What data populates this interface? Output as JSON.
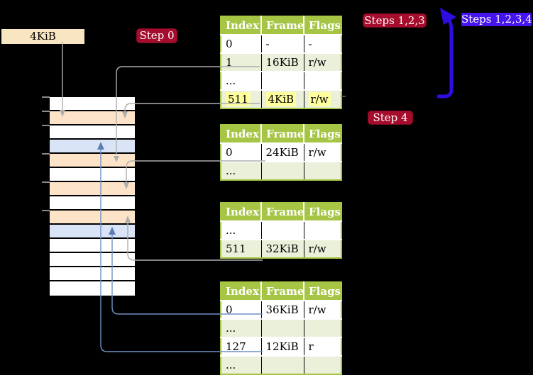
{
  "annotations": {
    "page_size_box": "4KiB",
    "step0": "Step 0",
    "steps123": "Steps 1,2,3",
    "steps1234": "Steps 1,2,3,4",
    "step4": "Step 4"
  },
  "colors": {
    "background": "#000000",
    "table_header_green": "#a6c545",
    "table_row_green": "#eaf0da",
    "highlight_yellow": "#ffff9e",
    "memory_peach": "#fde3c8",
    "memory_blue": "#d9e4f6",
    "wheat_box": "#f8e5c2",
    "crimson_label": "#a60d2d",
    "violet_label": "#4615ee",
    "thick_arrow_blue": "#2f0ce0",
    "gray_connector": "#aeaeae",
    "blue_connector": "#7191c7"
  },
  "tables": [
    {
      "name": "level-2-table",
      "headers": [
        "Index",
        "Frame",
        "Flags"
      ],
      "rows": [
        {
          "cells": [
            "0",
            "-",
            "-"
          ],
          "highlight": false
        },
        {
          "cells": [
            "1",
            "16KiB",
            "r/w"
          ],
          "highlight": false
        },
        {
          "cells": [
            "...",
            "",
            ""
          ],
          "highlight": false
        },
        {
          "cells": [
            "511",
            "4KiB",
            "r/w"
          ],
          "highlight": true
        }
      ]
    },
    {
      "name": "level-1-table-a",
      "headers": [
        "Index",
        "Frame",
        "Flags"
      ],
      "rows": [
        {
          "cells": [
            "0",
            "24KiB",
            "r/w"
          ],
          "highlight": false
        },
        {
          "cells": [
            "...",
            "",
            ""
          ],
          "highlight": false
        }
      ]
    },
    {
      "name": "level-1-table-b",
      "headers": [
        "Index",
        "Frame",
        "Flags"
      ],
      "rows": [
        {
          "cells": [
            "...",
            "",
            ""
          ],
          "highlight": false
        },
        {
          "cells": [
            "511",
            "32KiB",
            "r/w"
          ],
          "highlight": false
        }
      ]
    },
    {
      "name": "level-1-table-c",
      "headers": [
        "Index",
        "Frame",
        "Flags"
      ],
      "rows": [
        {
          "cells": [
            "0",
            "36KiB",
            "r/w"
          ],
          "highlight": false
        },
        {
          "cells": [
            "...",
            "",
            ""
          ],
          "highlight": false
        },
        {
          "cells": [
            "127",
            "12KiB",
            "r"
          ],
          "highlight": false
        },
        {
          "cells": [
            "...",
            "",
            ""
          ],
          "highlight": false
        }
      ]
    }
  ],
  "memory": {
    "row_fills": [
      "white",
      "peach",
      "white",
      "blue",
      "peach",
      "white",
      "peach",
      "white",
      "peach",
      "blue",
      "white",
      "white",
      "white",
      "white"
    ],
    "tick_ys": [
      136,
      156,
      176,
      216,
      256,
      296
    ]
  }
}
